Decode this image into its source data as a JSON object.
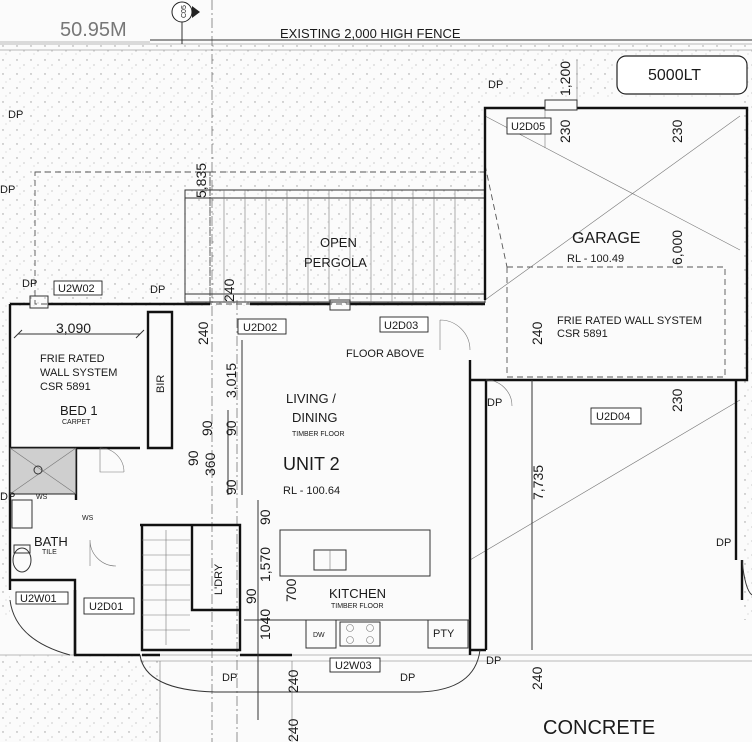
{
  "labels": {
    "lot_dim": "50.95M",
    "fence": "EXISTING 2,000 HIGH FENCE",
    "tank": "5000LT",
    "tank_offset": "1,200",
    "garage": "GARAGE",
    "garage_rl": "RL - 100.49",
    "fire_wall_right_1": "FRIE RATED WALL SYSTEM",
    "fire_wall_right_2": "CSR 5891",
    "fire_wall_left_1": "FRIE RATED",
    "fire_wall_left_2": "WALL SYSTEM",
    "fire_wall_left_3": "CSR 5891",
    "pergola_1": "OPEN",
    "pergola_2": "PERGOLA",
    "floor_above": "FLOOR ABOVE",
    "living_1": "LIVING /",
    "living_2": "DINING",
    "living_floor": "TIMBER FLOOR",
    "unit": "UNIT 2",
    "unit_rl": "RL - 100.64",
    "bed": "BED 1",
    "bed_floor": "CARPET",
    "bir": "BIR",
    "bath": "BATH",
    "bath_floor": "TILE",
    "ws_1": "WS",
    "ws_2": "WS",
    "ldry": "L'DRY",
    "kitchen": "KITCHEN",
    "kitchen_floor": "TIMBER FLOOR",
    "dw": "DW",
    "pty": "PTY",
    "concrete": "CONCRETE",
    "bubble": "C05"
  },
  "dp_labels": [
    "DP",
    "DP",
    "DP",
    "DP",
    "DP",
    "DP",
    "DP",
    "DP",
    "DP",
    "DP",
    "DP"
  ],
  "tags": [
    "U2D05",
    "U2W02",
    "U2D02",
    "U2D03",
    "U2D04",
    "U2W01",
    "U2D01",
    "U2W03"
  ],
  "dimensions": [
    "230",
    "230",
    "6,000",
    "5,835",
    "240",
    "240",
    "240",
    "230",
    "3,015",
    "90",
    "90",
    "90",
    "360",
    "90",
    "3,090",
    "7,735",
    "90",
    "1,570",
    "700",
    "90",
    "1040",
    "240",
    "240",
    "240"
  ]
}
